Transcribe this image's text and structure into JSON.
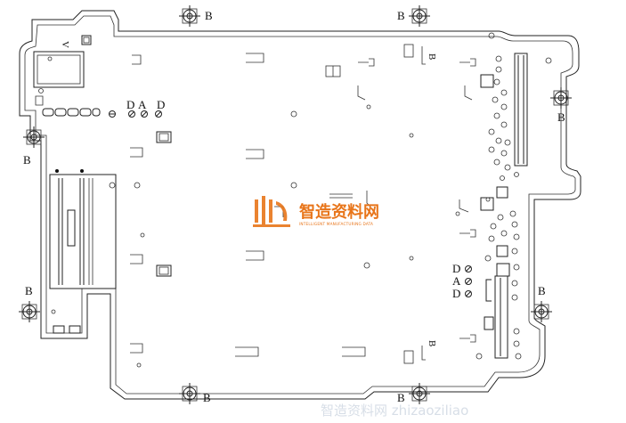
{
  "diagram": {
    "mount_label": "B",
    "marker_d": "D",
    "marker_a": "A",
    "side_marker": "V"
  },
  "watermark": {
    "chinese_name": "智造资料网",
    "english_name": "INTELLIGENT MANUFACTURING DATA",
    "footer_text": "智造资料网 zhizaoziliao"
  },
  "colors": {
    "line": "#222222",
    "watermark_orange": "#e8751a",
    "background": "#ffffff"
  }
}
